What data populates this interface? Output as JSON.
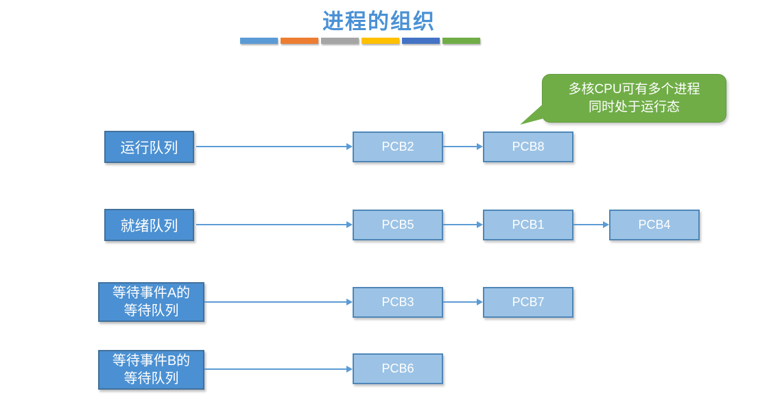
{
  "title": "进程的组织",
  "accent_bars": [
    {
      "name": "blue",
      "color": "#5B9BD5"
    },
    {
      "name": "orange",
      "color": "#ED7D31"
    },
    {
      "name": "gray",
      "color": "#A5A5A5"
    },
    {
      "name": "gold",
      "color": "#FFC000"
    },
    {
      "name": "dark-blue",
      "color": "#4472C4"
    },
    {
      "name": "green",
      "color": "#70AD47"
    }
  ],
  "callout": {
    "lines": [
      "多核CPU可有多个进程",
      "同时处于运行态"
    ]
  },
  "rows": [
    {
      "label_lines": [
        "运行队列"
      ],
      "nodes": [
        "PCB2",
        "PCB8"
      ]
    },
    {
      "label_lines": [
        "就绪队列"
      ],
      "nodes": [
        "PCB5",
        "PCB1",
        "PCB4"
      ]
    },
    {
      "label_lines": [
        "等待事件A的",
        "等待队列"
      ],
      "nodes": [
        "PCB3",
        "PCB7"
      ]
    },
    {
      "label_lines": [
        "等待事件B的",
        "等待队列"
      ],
      "nodes": [
        "PCB6"
      ]
    }
  ],
  "colors": {
    "title_color": "#4A91D5",
    "queue_label_fill": "#4B90D2",
    "queue_label_border": "#41719C",
    "pcb_fill": "#9CC3E5",
    "pcb_border": "#4E86B8",
    "arrow": "#5B9BD5",
    "callout_fill": "#70AD47",
    "callout_border": "#61993C"
  }
}
